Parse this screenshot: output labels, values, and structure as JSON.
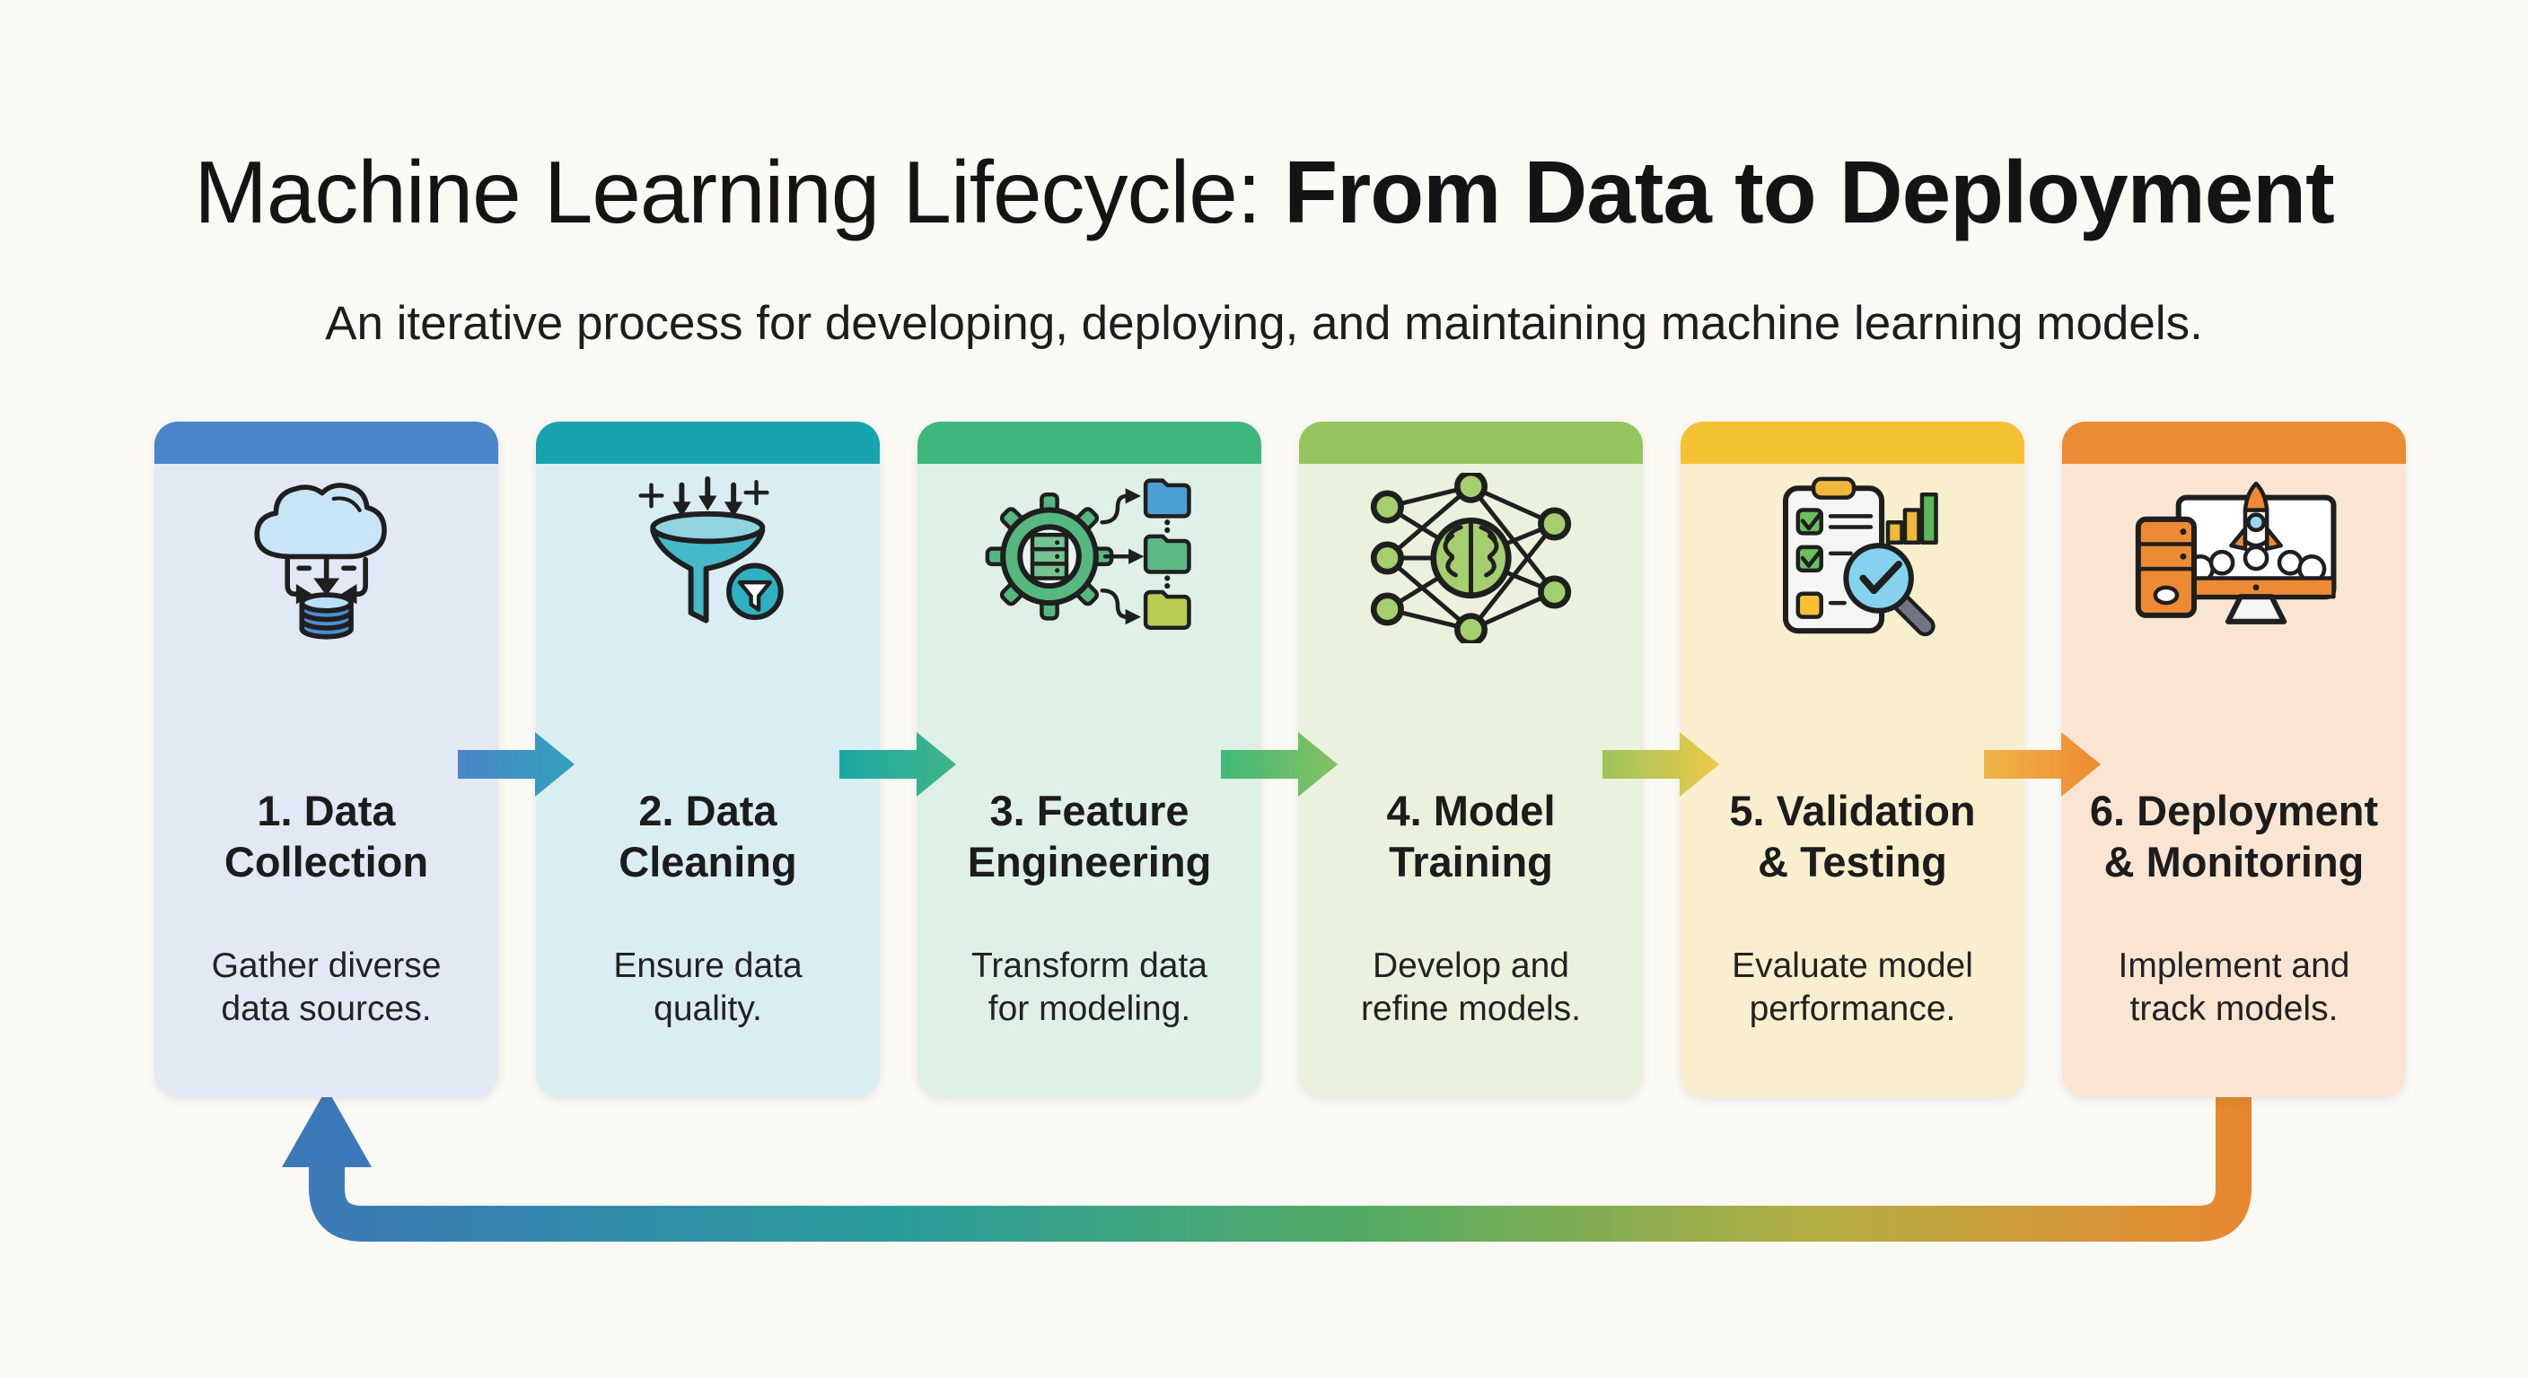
{
  "page": {
    "title_regular": "Machine Learning Lifecycle: ",
    "title_bold": "From Data to Deployment",
    "subtitle": "An iterative process for developing, deploying, and maintaining machine learning models.",
    "background_color": "#fbf9f4",
    "text_color": "#1c1c1c"
  },
  "steps": [
    {
      "title_lines": [
        "1. Data",
        "Collection"
      ],
      "desc_lines": [
        "Gather diverse",
        "data sources."
      ],
      "icon": "cloud-database-icon",
      "header_color": "#4a86c9",
      "body_color": "#e3e9f4"
    },
    {
      "title_lines": [
        "2. Data",
        "Cleaning"
      ],
      "desc_lines": [
        "Ensure data",
        "quality."
      ],
      "icon": "funnel-filter-icon",
      "header_color": "#17a4ae",
      "body_color": "#daedf2"
    },
    {
      "title_lines": [
        "3. Feature",
        "Engineering"
      ],
      "desc_lines": [
        "Transform data",
        "for modeling."
      ],
      "icon": "gear-transform-icon",
      "header_color": "#3eb77c",
      "body_color": "#dff0e7"
    },
    {
      "title_lines": [
        "4. Model",
        "Training"
      ],
      "desc_lines": [
        "Develop and",
        "refine models."
      ],
      "icon": "neural-network-brain-icon",
      "header_color": "#95c35e",
      "body_color": "#eaf2dd"
    },
    {
      "title_lines": [
        "5. Validation",
        "& Testing"
      ],
      "desc_lines": [
        "Evaluate model",
        "performance."
      ],
      "icon": "checklist-magnifier-icon",
      "header_color": "#f4c132",
      "body_color": "#f9efce"
    },
    {
      "title_lines": [
        "6. Deployment",
        "& Monitoring"
      ],
      "desc_lines": [
        "Implement and",
        "track models."
      ],
      "icon": "rocket-monitor-icon",
      "header_color": "#ec8b33",
      "body_color": "#fae5d3"
    }
  ],
  "arrows": [
    {
      "gradient": [
        "#4a86c9",
        "#33a0bb"
      ]
    },
    {
      "gradient": [
        "#1aa8a3",
        "#41b488"
      ]
    },
    {
      "gradient": [
        "#41b87a",
        "#86c05f"
      ]
    },
    {
      "gradient": [
        "#9dc45c",
        "#eec94b"
      ]
    },
    {
      "gradient": [
        "#f0b449",
        "#ee8a33"
      ]
    }
  ],
  "feedback_loop": {
    "gradient": [
      "#3c79b8",
      "#2a9d9d",
      "#54ab62",
      "#b5ae43",
      "#e8862e"
    ]
  }
}
